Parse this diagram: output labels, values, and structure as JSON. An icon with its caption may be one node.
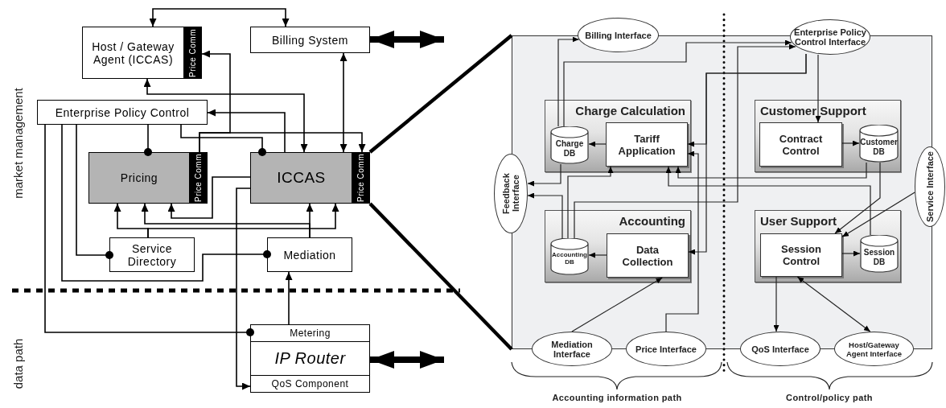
{
  "diagram": {
    "nodes": [
      {
        "text": [
          "Host / Gateway Agent (ICCAS)",
          "Price Comm"
        ]
      },
      {
        "text": [
          "Billing System"
        ]
      },
      {
        "text": [
          "Enterprise Policy Control"
        ]
      },
      {
        "text": [
          "Pricing",
          "Price Comm"
        ]
      },
      {
        "text": [
          "ICCAS",
          "Price Comm"
        ]
      },
      {
        "text": [
          "Service Directory"
        ]
      },
      {
        "text": [
          "Mediation"
        ]
      },
      {
        "text": [
          "Metering",
          "IP Router",
          "QoS Component"
        ]
      },
      {
        "text": [],
        "shape": "box"
      },
      {
        "text": [
          "Billing Interface"
        ]
      },
      {
        "text": [
          "Enterprise Policy Control Interface"
        ]
      },
      {
        "text": [
          "Charge Calculation"
        ],
        "in": 8
      },
      {
        "text": [
          "Charge DB"
        ],
        "in": 11
      },
      {
        "text": [
          "Tariff Application"
        ],
        "in": 11
      },
      {
        "text": [
          "Customer Support"
        ],
        "in": 8
      },
      {
        "text": [
          "Contract Control"
        ],
        "in": 14
      },
      {
        "text": [
          "Customer DB"
        ],
        "in": 14
      },
      {
        "text": [
          "Feedback Interface"
        ]
      },
      {
        "text": [
          "Service Interface"
        ]
      },
      {
        "text": [
          "Accounting"
        ],
        "in": 8
      },
      {
        "text": [
          "Accounting DB"
        ],
        "in": 19
      },
      {
        "text": [
          "Data Collection"
        ],
        "in": 19
      },
      {
        "text": [
          "User Support"
        ],
        "in": 8
      },
      {
        "text": [
          "Session Control"
        ],
        "in": 22
      },
      {
        "text": [
          "Session DB"
        ],
        "in": 22
      },
      {
        "text": [
          "Mediation Interface"
        ]
      },
      {
        "text": [
          "Price Interface"
        ]
      },
      {
        "text": [
          "QoS Interface"
        ]
      },
      {
        "text": [
          "Host/Gateway Agent Interface"
        ]
      }
    ],
    "edges": [
      {
        "from": 0,
        "to": 1,
        "arrow": "both"
      },
      {
        "from": 3,
        "to": 0,
        "arrow": "to"
      },
      {
        "from": 3,
        "to": 4,
        "arrow": "to"
      },
      {
        "from": 0,
        "to": 4,
        "arrow": "both"
      },
      {
        "from": 1,
        "to": 4,
        "arrow": "both"
      },
      {
        "from": 4,
        "to": 2,
        "arrow": "to"
      },
      {
        "from": 2,
        "to": 3,
        "arrow": "other"
      },
      {
        "from": 2,
        "to": 4,
        "arrow": "other"
      },
      {
        "from": 2,
        "to": 5,
        "arrow": "other"
      },
      {
        "from": 2,
        "to": 6,
        "arrow": "other"
      },
      {
        "from": 2,
        "to": 7,
        "arrow": "other"
      },
      {
        "from": 5,
        "to": 3,
        "arrow": "to"
      },
      {
        "from": 5,
        "to": 4,
        "arrow": "to"
      },
      {
        "from": 6,
        "to": 3,
        "arrow": "to"
      },
      {
        "from": 6,
        "to": 4,
        "arrow": "to"
      },
      {
        "from": 4,
        "to": 3,
        "arrow": "to"
      },
      {
        "from": 4,
        "to": 7,
        "arrow": "to"
      },
      {
        "from": 7,
        "to": 6,
        "arrow": "to"
      },
      {
        "from": 1,
        "to": null,
        "arrow": "both",
        "style": "thick"
      },
      {
        "from": 7,
        "to": null,
        "arrow": "both",
        "style": "thick"
      },
      {
        "from": 4,
        "to": 8,
        "arrow": "none",
        "style": "thick"
      },
      {
        "from": 4,
        "to": 8,
        "arrow": "none",
        "style": "thick"
      },
      {
        "from": 12,
        "to": 9,
        "arrow": "to"
      },
      {
        "from": 12,
        "to": 10,
        "arrow": "to"
      },
      {
        "from": 20,
        "to": 10,
        "arrow": "to"
      },
      {
        "from": 10,
        "to": 13,
        "arrow": "to"
      },
      {
        "from": 10,
        "to": 21,
        "arrow": "to"
      },
      {
        "from": 10,
        "to": 15,
        "arrow": "to"
      },
      {
        "from": 13,
        "to": 12,
        "arrow": "to"
      },
      {
        "from": 15,
        "to": 16,
        "arrow": "to"
      },
      {
        "from": 12,
        "to": 17,
        "arrow": "to"
      },
      {
        "from": 20,
        "to": 17,
        "arrow": "to"
      },
      {
        "from": 20,
        "to": 13,
        "arrow": "to"
      },
      {
        "from": 16,
        "to": 13,
        "arrow": "to"
      },
      {
        "from": 24,
        "to": 13,
        "arrow": "to"
      },
      {
        "from": 26,
        "to": 13,
        "arrow": "to"
      },
      {
        "from": 16,
        "to": 23,
        "arrow": "to"
      },
      {
        "from": 18,
        "to": 23,
        "arrow": "to"
      },
      {
        "from": 21,
        "to": 20,
        "arrow": "to"
      },
      {
        "from": 23,
        "to": 24,
        "arrow": "to"
      },
      {
        "from": 25,
        "to": 21,
        "arrow": "to"
      },
      {
        "from": 23,
        "to": 27,
        "arrow": "to"
      },
      {
        "from": 23,
        "to": 28,
        "arrow": "both"
      }
    ],
    "labels": [
      "market management",
      "data path",
      "Accounting information path",
      "Control/policy path"
    ]
  }
}
